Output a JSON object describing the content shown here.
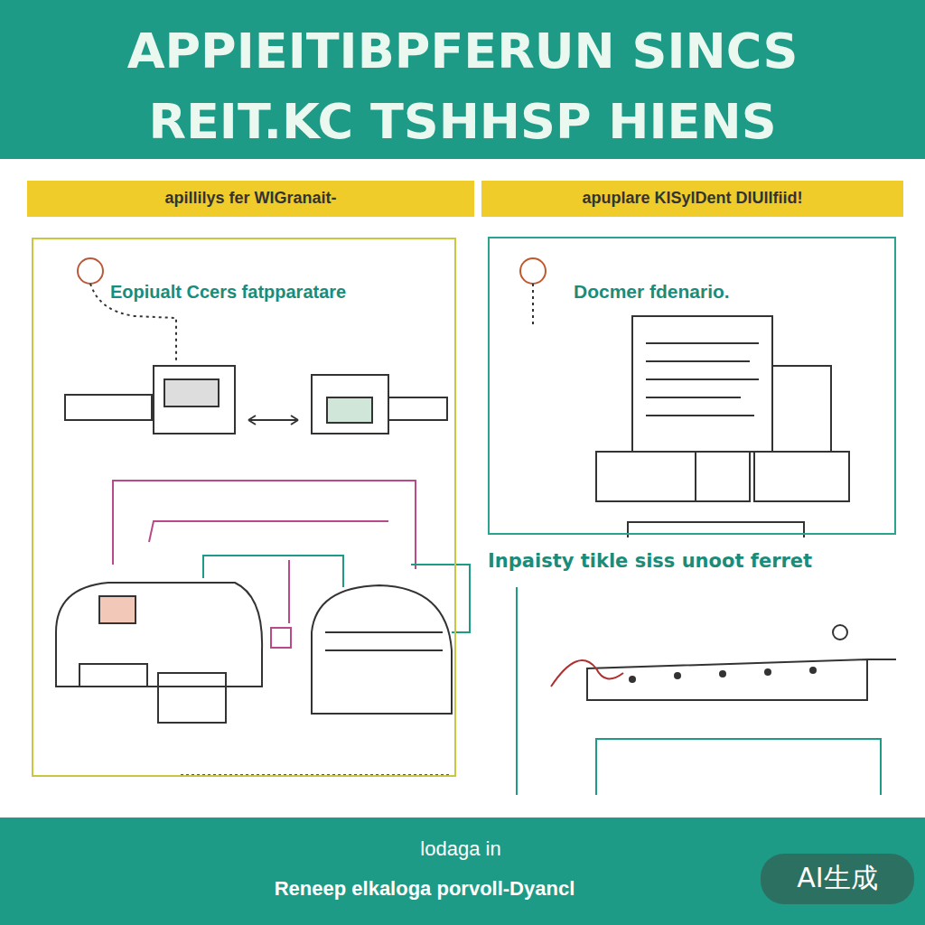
{
  "diagram": {
    "title": "APPIEITIBPFERUN SINCS REIT.KC TSHHSP HIENS",
    "nodes": [
      {
        "text": [
          "apillilys fer WIGranait-"
        ]
      },
      {
        "text": [
          "apuplare KISylDent DIUIIfiid!"
        ]
      },
      {
        "text": [
          "Eopiualt Ccers fatpparatare"
        ]
      },
      {
        "text": [
          "Docmer fdenario."
        ]
      },
      {
        "text": [
          "lodaga in",
          "Reneep elkaloga porvoll-Dyancl"
        ]
      }
    ],
    "labels": [
      "Inpaisty tikle siss unoot ferret",
      "AI生成"
    ]
  }
}
